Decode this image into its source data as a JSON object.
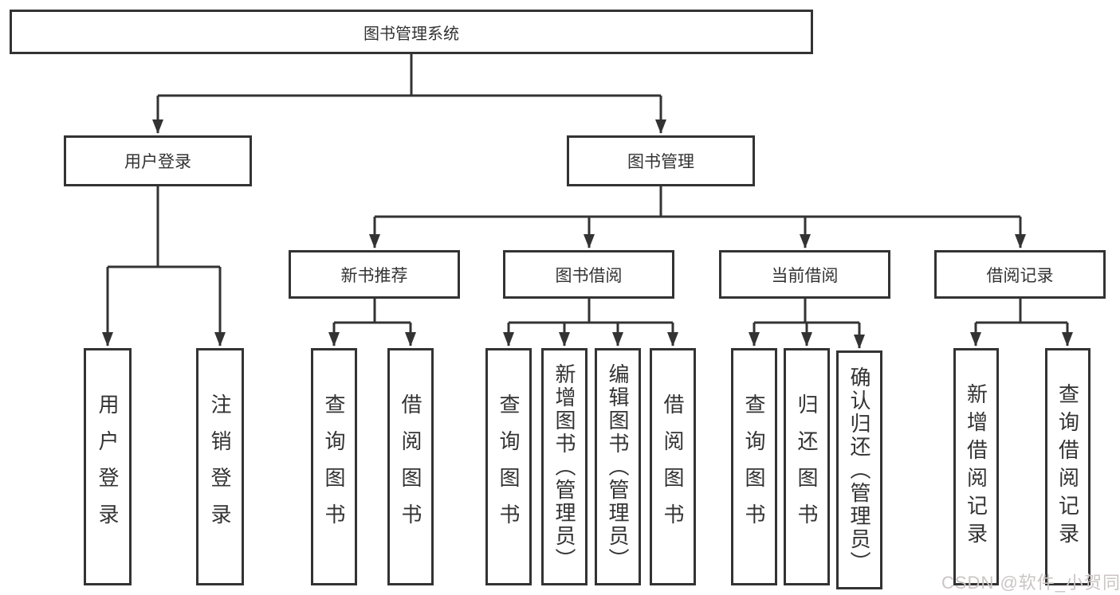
{
  "diagram": {
    "root_label": "图书管理系统",
    "user_login": {
      "label": "用户登录",
      "children": {
        "login": "用户登录",
        "logout": "注销登录"
      }
    },
    "book_mgmt": {
      "label": "图书管理",
      "new_book_rec": {
        "label": "新书推荐",
        "children": {
          "query": "查询图书",
          "borrow": "借阅图书"
        }
      },
      "book_borrow": {
        "label": "图书借阅",
        "children": {
          "query": "查询图书",
          "add": "新增图书（管理员）",
          "edit": "编辑图书（管理员）",
          "borrow": "借阅图书"
        }
      },
      "current_borrow": {
        "label": "当前借阅",
        "children": {
          "query": "查询图书",
          "return": "归还图书",
          "confirm": "确认归还（管理员）"
        }
      },
      "borrow_record": {
        "label": "借阅记录",
        "children": {
          "add": "新增借阅记录",
          "query": "查询借阅记录"
        }
      }
    }
  },
  "watermark": "CSDN @软件_小贺同学",
  "colors": {
    "line": "#333333",
    "text": "#333333",
    "background": "#ffffff",
    "watermark": "#cbc4c4"
  }
}
